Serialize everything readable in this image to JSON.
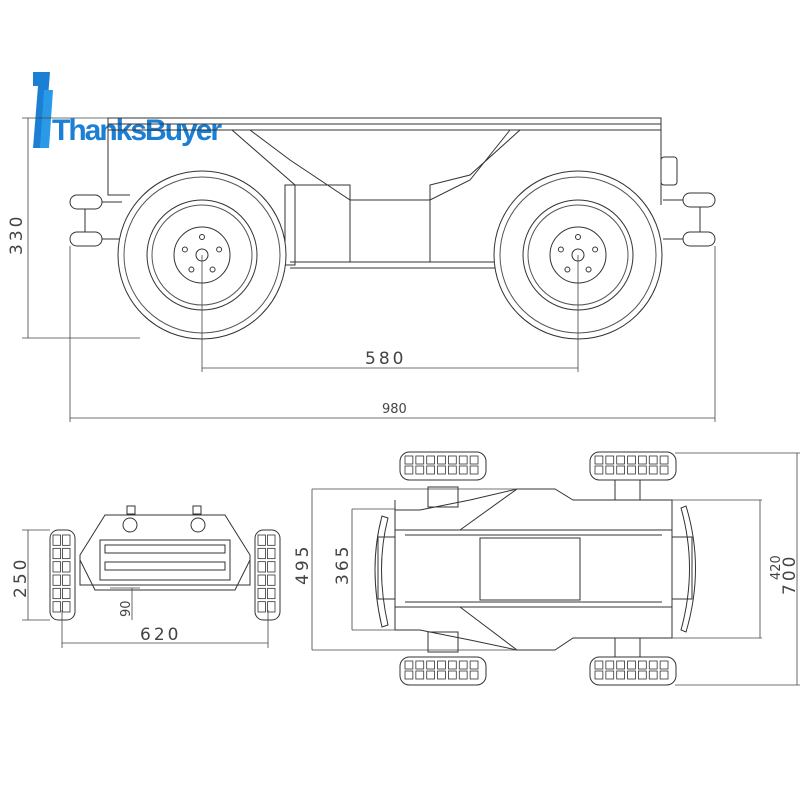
{
  "logo": {
    "mark": "77",
    "text": "ThanksBuyer",
    "color": "#1b7fd4"
  },
  "side_view": {
    "height": "330",
    "wheelbase": "580",
    "length": "980"
  },
  "front_view": {
    "height": "250",
    "clearance": "90",
    "width": "620"
  },
  "top_view": {
    "outer_width": "495",
    "body_width": "365",
    "track_width": "420",
    "overall_width": "700"
  }
}
